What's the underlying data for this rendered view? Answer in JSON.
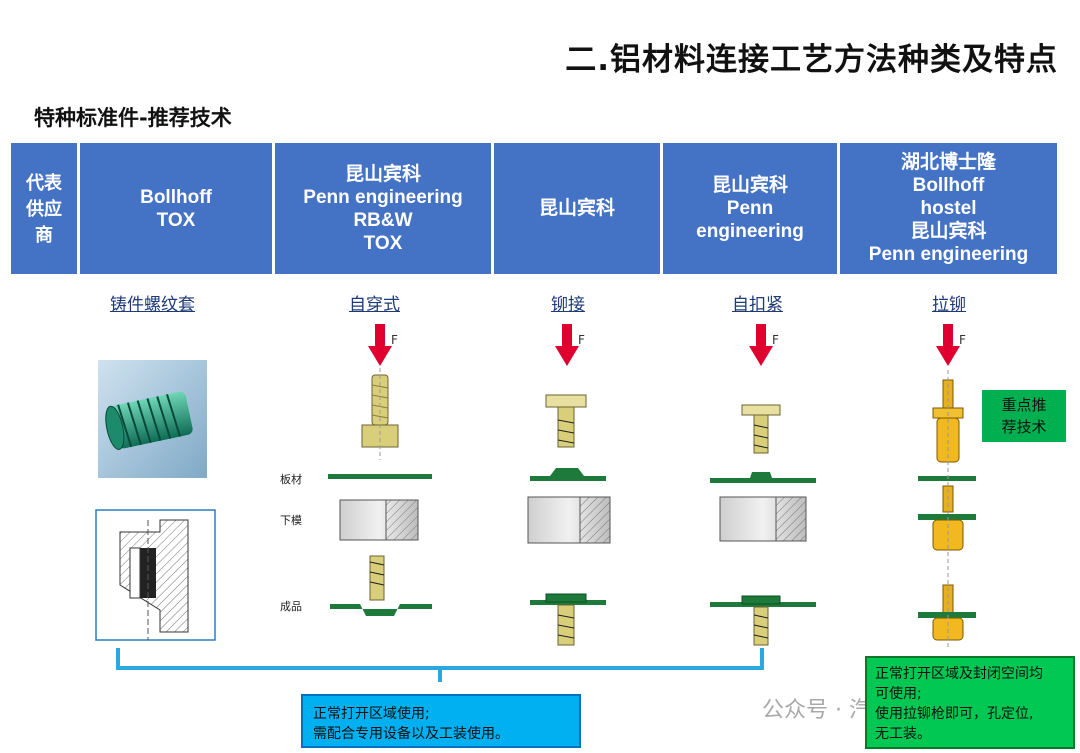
{
  "title": "二.铝材料连接工艺方法种类及特点",
  "subtitle": "特种标准件-推荐技术",
  "columns": [
    {
      "lines": [
        "代表",
        "供应",
        "商"
      ]
    },
    {
      "lines": [
        "Bollhoff",
        "TOX"
      ]
    },
    {
      "lines": [
        "昆山宾科",
        "Penn engineering",
        "RB&W",
        "TOX"
      ]
    },
    {
      "lines": [
        "昆山宾科"
      ]
    },
    {
      "lines": [
        "昆山宾科",
        "Penn",
        "engineering"
      ]
    },
    {
      "lines": [
        "湖北博士隆",
        "Bollhoff",
        "hostel",
        "昆山宾科",
        "Penn engineering"
      ]
    }
  ],
  "methods": [
    "铸件螺纹套",
    "自穿式",
    "铆接",
    "自扣紧",
    "拉铆"
  ],
  "force_label": "F",
  "row_labels": {
    "sheet": "板材",
    "die": "下模",
    "product": "成品"
  },
  "recommend_label": [
    "重点推",
    "荐技术"
  ],
  "note_left": [
    "正常打开区域使用;",
    "需配合专用设备以及工装使用。"
  ],
  "note_right": [
    "正常打开区域及封闭空间均",
    "可使用;",
    "使用拉铆枪即可，孔定位,",
    "无工装。"
  ],
  "watermark": "公众号 · 汽车技研",
  "colors": {
    "header_bg": "#4472c4",
    "arrow": "#e00030",
    "plate": "#1e7a3a",
    "part": "#d9cf7a",
    "rivet": "#e8b020",
    "note_blue": "#00b0f0",
    "note_green": "#00c853",
    "bracket": "#2aa8e0"
  }
}
